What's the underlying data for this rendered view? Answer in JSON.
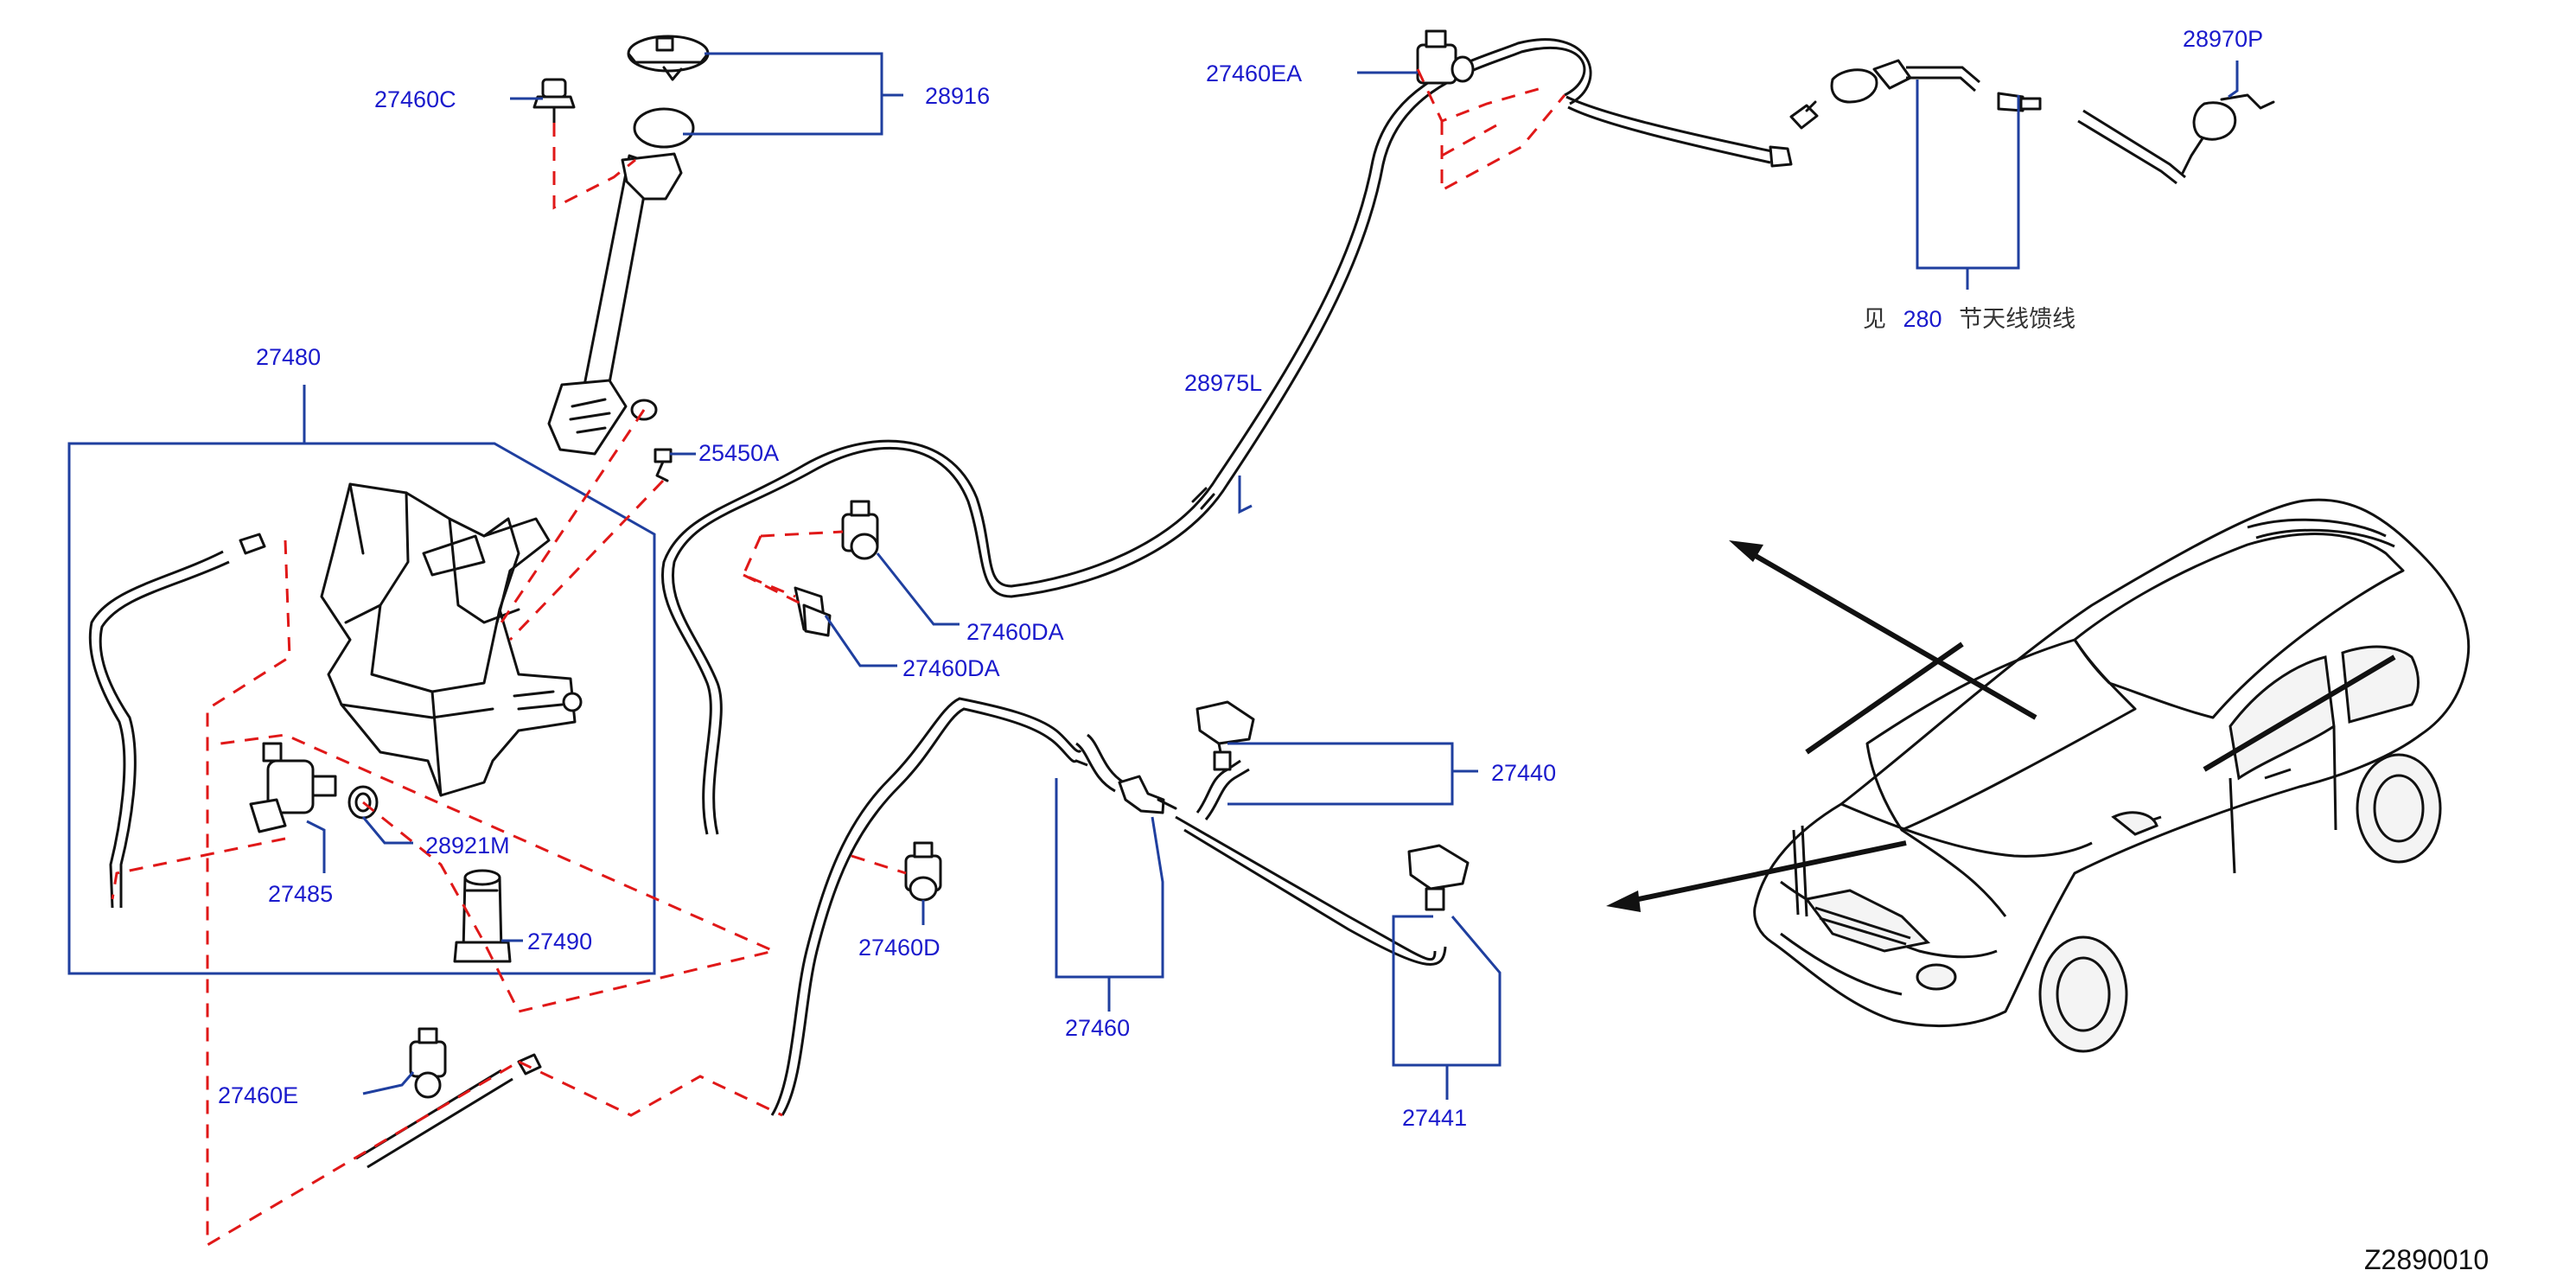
{
  "labels": {
    "p28916": "28916",
    "p27460C": "27460C",
    "p27480": "27480",
    "p25450A": "25450A",
    "p27460EA": "27460EA",
    "p28970P": "28970P",
    "p28975L": "28975L",
    "p27460DA_1": "27460DA",
    "p27460DA_2": "27460DA",
    "p27440": "27440",
    "p28921M": "28921M",
    "p27485": "27485",
    "p27490": "27490",
    "p27460D": "27460D",
    "p27460": "27460",
    "p27441": "27441",
    "p27460E": "27460E"
  },
  "note": {
    "prefix": "见",
    "ref": "280",
    "suffix": "节天线馈线"
  },
  "diagram_code": "Z2890010",
  "colors": {
    "label_blue": "#1a1acc",
    "leader_blue": "#1f3f9f",
    "dash_red": "#e01818",
    "outline": "#111111"
  }
}
